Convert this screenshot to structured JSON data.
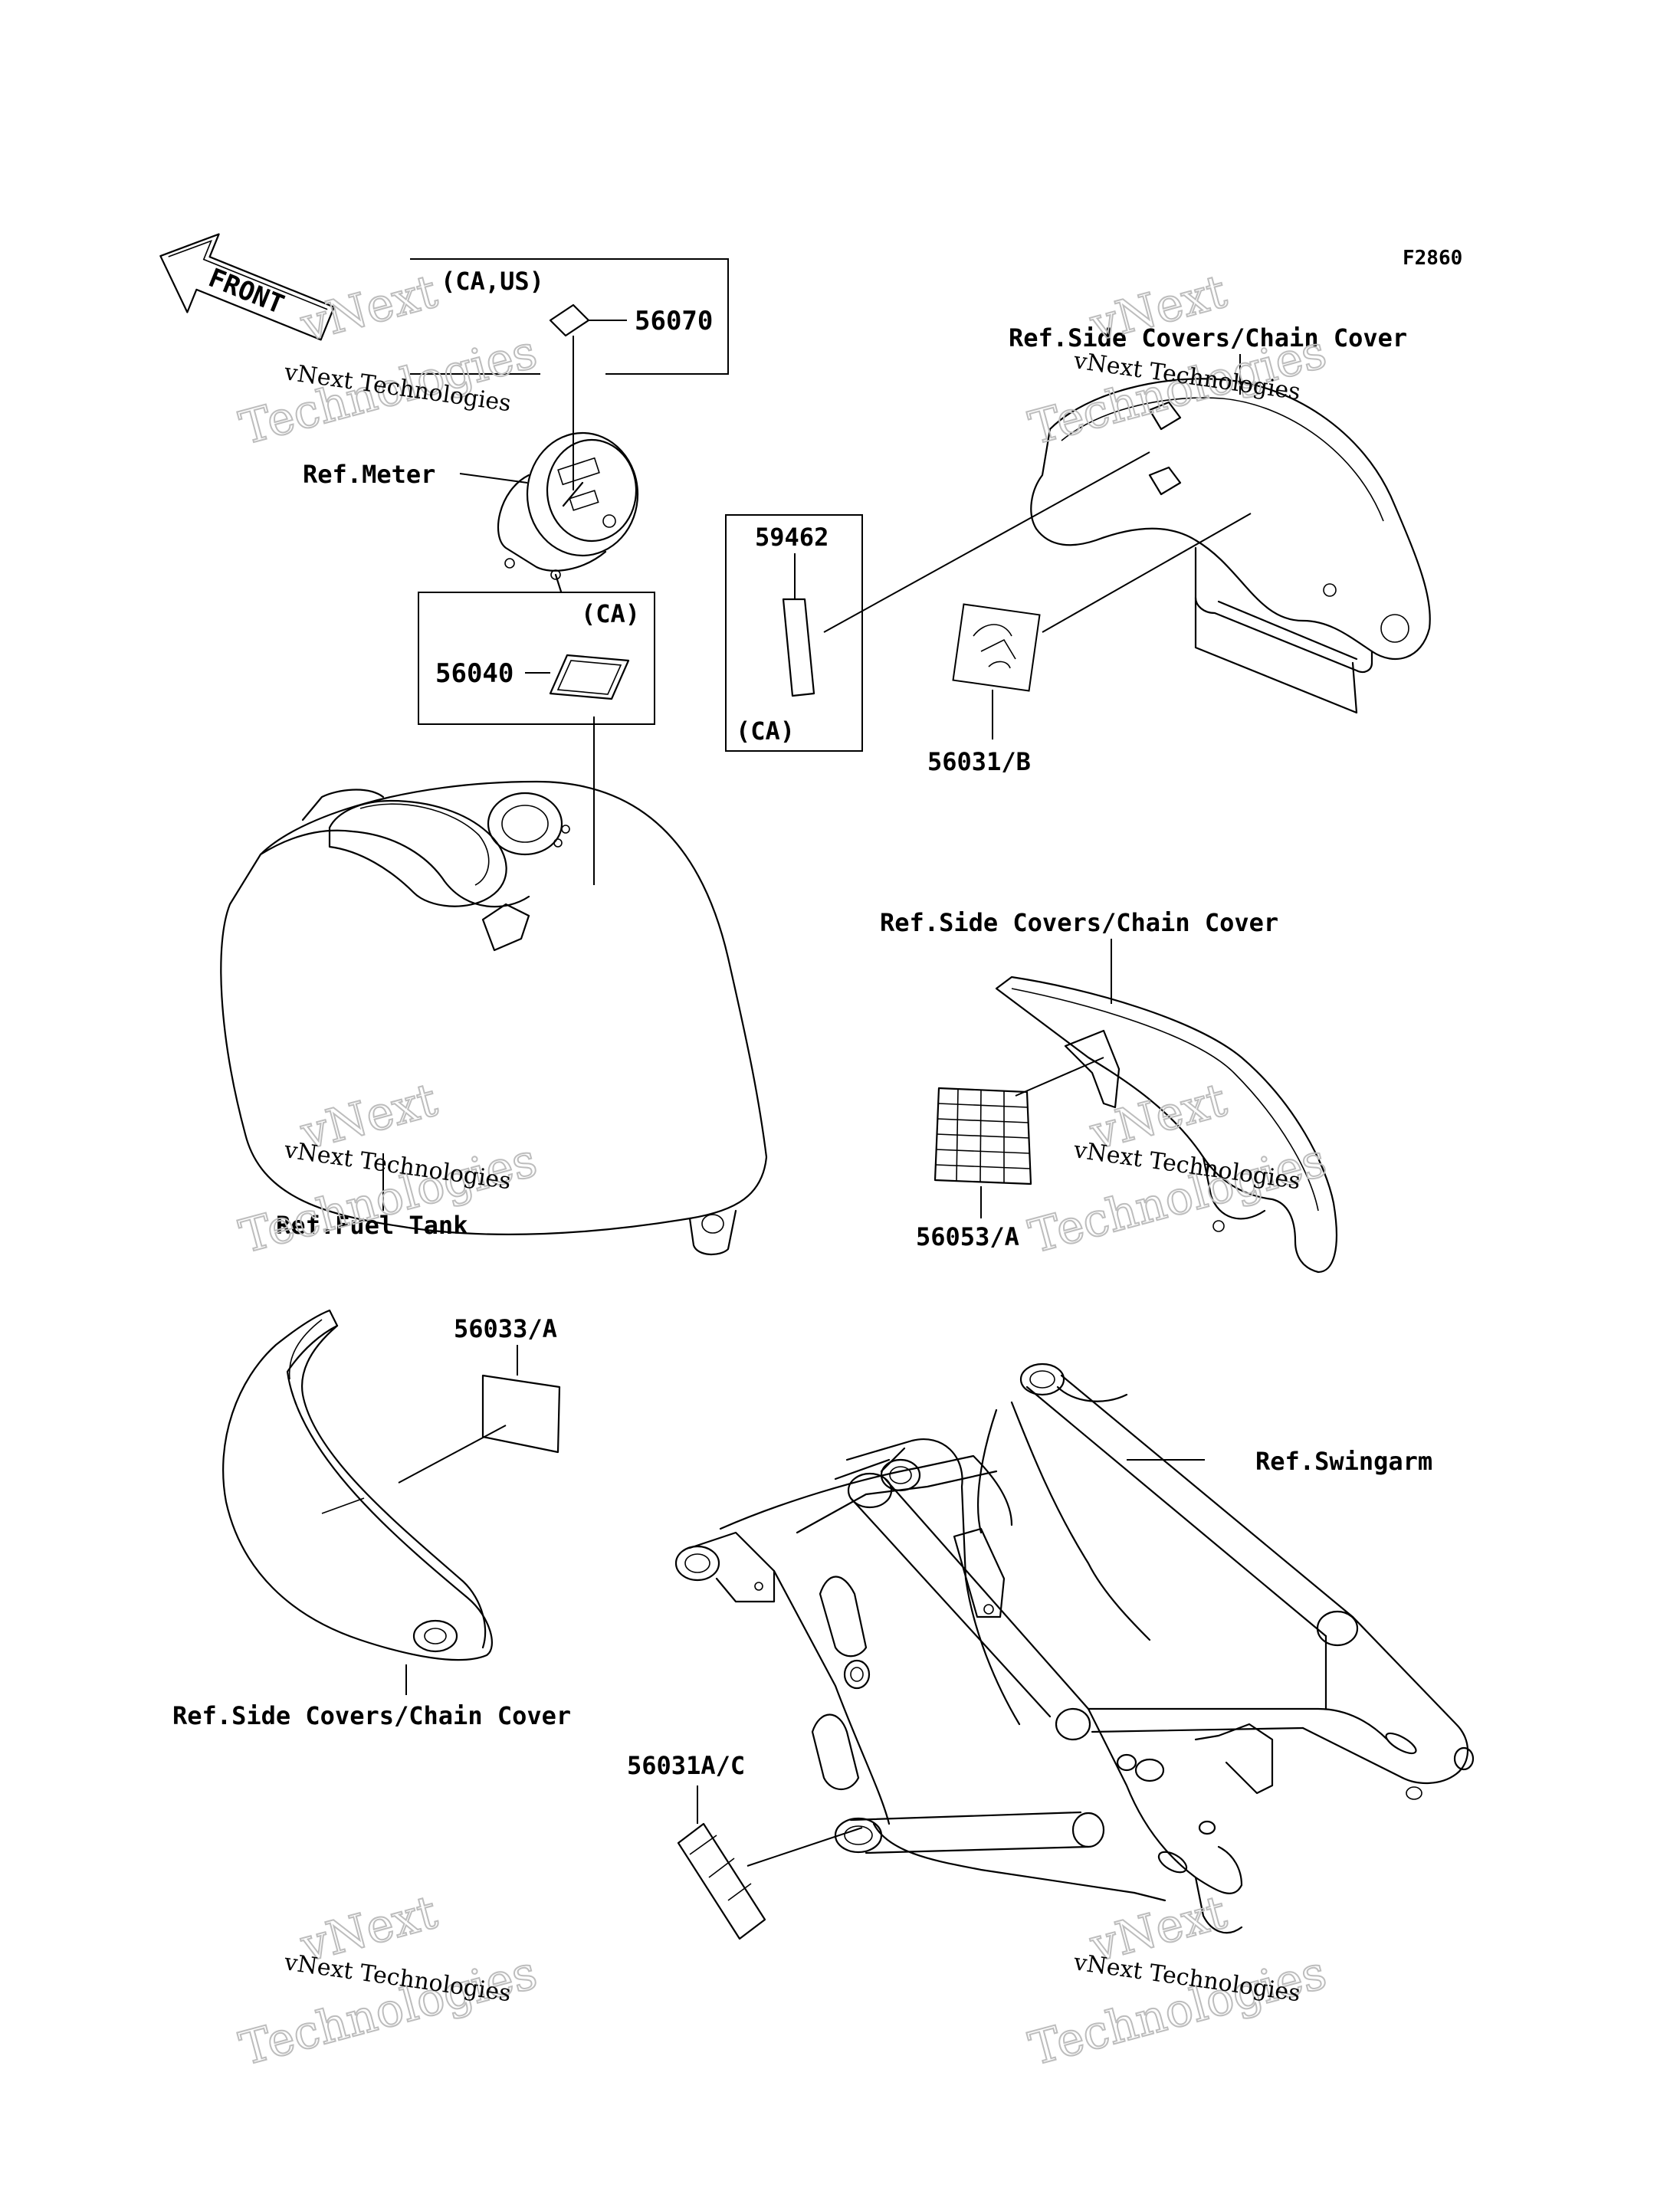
{
  "figure_code": "F2860",
  "front_arrow": "FRONT",
  "labels": {
    "ca_us": "(CA,US)",
    "p56070": "56070",
    "ref_meter": "Ref.Meter",
    "ca_1": "(CA)",
    "p56040": "56040",
    "p59462": "59462",
    "ca_2": "(CA)",
    "ref_side_covers_1": "Ref.Side Covers/Chain Cover",
    "p56031_b": "56031/B",
    "ref_side_covers_2": "Ref.Side Covers/Chain Cover",
    "p56053_a": "56053/A",
    "ref_fuel_tank": "Ref.Fuel Tank",
    "p56033_a": "56033/A",
    "ref_swingarm": "Ref.Swingarm",
    "ref_side_covers_3": "Ref.Side Covers/Chain Cover",
    "p56031a_c": "56031A/C"
  },
  "watermark": {
    "line_small": "vNext Technologies",
    "line_big_1": "vNext",
    "line_big_2": "Technologies"
  }
}
